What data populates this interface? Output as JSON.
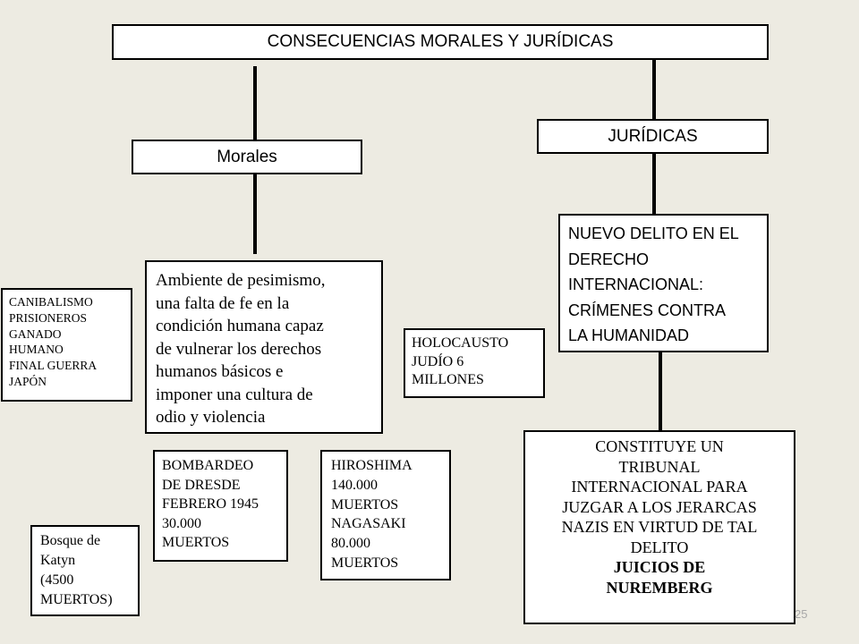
{
  "title": "CONSECUENCIAS MORALES Y JURÍDICAS",
  "morales": {
    "label": "Morales"
  },
  "juridicas": {
    "label": "JURÍDICAS"
  },
  "ambiente": {
    "lines": [
      "Ambiente de pesimismo,",
      "una falta de fe en la",
      "condición humana capaz",
      "de vulnerar los derechos",
      "humanos  básicos e",
      "imponer una cultura de",
      "odio y violencia"
    ]
  },
  "canibalismo": {
    "lines": [
      "CANIBALISMO",
      "PRISIONEROS",
      "GANADO",
      "HUMANO",
      "FINAL GUERRA",
      "JAPÓN"
    ]
  },
  "holocausto": {
    "lines": [
      "HOLOCAUSTO",
      "JUDÍO 6",
      "MILLONES"
    ]
  },
  "nuevo_delito": {
    "lines": [
      "NUEVO DELITO EN EL",
      "DERECHO",
      "INTERNACIONAL:",
      "CRÍMENES CONTRA",
      "LA HUMANIDAD"
    ]
  },
  "bombardeo": {
    "lines": [
      "BOMBARDEO",
      "DE DRESDE",
      "FEBRERO 1945",
      "30.000",
      "MUERTOS"
    ]
  },
  "hiroshima": {
    "lines": [
      "HIROSHIMA",
      "140.000",
      "MUERTOS",
      "NAGASAKI",
      "80.000",
      "MUERTOS"
    ]
  },
  "katyn": {
    "lines": [
      "Bosque de",
      "Katyn",
      "(4500",
      "MUERTOS)"
    ]
  },
  "tribunal": {
    "lines": [
      "CONSTITUYE UN",
      "TRIBUNAL",
      "INTERNACIONAL  PARA",
      "JUZGAR A LOS JERARCAS",
      "NAZIS EN VIRTUD DE TAL",
      "DELITO"
    ],
    "bold_lines": [
      "JUICIOS DE",
      "NUREMBERG"
    ]
  },
  "page_number": "25"
}
